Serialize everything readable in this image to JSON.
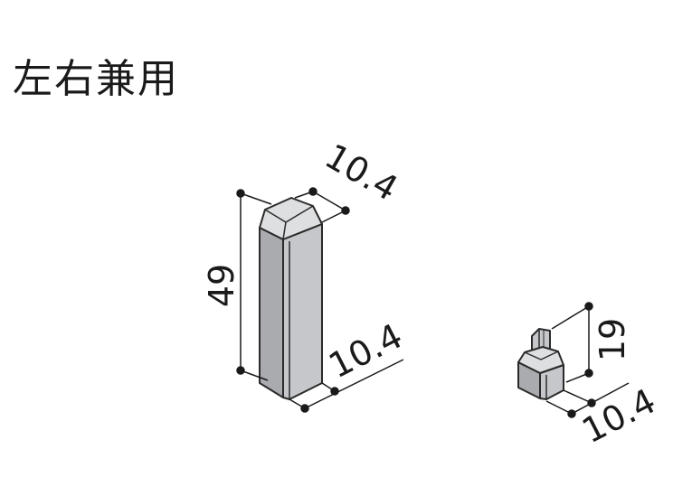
{
  "title": "左右兼用",
  "large_part": {
    "height_label": "49",
    "top_width_label": "10.4",
    "bottom_width_label": "10.4"
  },
  "small_part": {
    "height_label": "19",
    "width_label": "10.4"
  },
  "colors": {
    "ink": "#1a1a1a",
    "front_face": "#a9abae",
    "side_face": "#c5c7ca",
    "top_face": "#dedfe0",
    "edge": "#2a2a2a"
  }
}
